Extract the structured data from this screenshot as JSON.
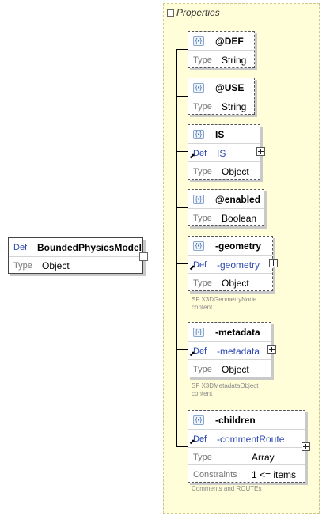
{
  "root": {
    "def_label": "Def",
    "name": "BoundedPhysicsModel",
    "type_label": "Type",
    "type_value": "Object"
  },
  "group": {
    "title": "Properties"
  },
  "elements": [
    {
      "name": "@DEF",
      "type_label": "Type",
      "type_value": "String"
    },
    {
      "name": "@USE",
      "type_label": "Type",
      "type_value": "String"
    },
    {
      "name": "IS",
      "def_label": "Def",
      "def_value": "IS",
      "type_label": "Type",
      "type_value": "Object"
    },
    {
      "name": "@enabled",
      "type_label": "Type",
      "type_value": "Boolean"
    },
    {
      "name": "-geometry",
      "def_label": "Def",
      "def_value": "-geometry",
      "type_label": "Type",
      "type_value": "Object",
      "caption1": "SF X3DGeometryNode",
      "caption2": "content"
    },
    {
      "name": "-metadata",
      "def_label": "Def",
      "def_value": "-metadata",
      "type_label": "Type",
      "type_value": "Object",
      "caption1": "SF X3DMetadataObject",
      "caption2": "content"
    },
    {
      "name": "-children",
      "def_label": "Def",
      "def_value": "-commentRoute",
      "type_label": "Type",
      "type_value": "Array",
      "constraints_label": "Constraints",
      "constraints_value": "1 <= items",
      "caption1": "Comments and ROUTEs"
    }
  ],
  "icons": {
    "element": "element-icon",
    "expand": "plus-icon",
    "collapse": "minus-icon",
    "reference": "reference-arrow-icon"
  }
}
